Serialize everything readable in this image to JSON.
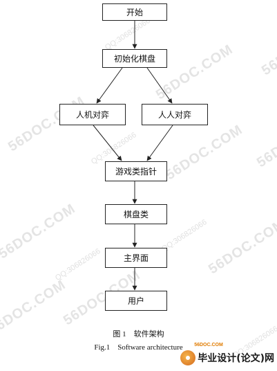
{
  "flowchart": {
    "nodes": {
      "start": "开始",
      "init": "初始化棋盘",
      "pve": "人机对弈",
      "pvp": "人人对弈",
      "pointer": "游戏类指针",
      "board": "棋盘类",
      "main": "主界面",
      "user": "用户"
    },
    "edges": [
      [
        "start",
        "init"
      ],
      [
        "init",
        "pve"
      ],
      [
        "init",
        "pvp"
      ],
      [
        "pve",
        "pointer"
      ],
      [
        "pvp",
        "pointer"
      ],
      [
        "pointer",
        "board"
      ],
      [
        "board",
        "main"
      ],
      [
        "main",
        "user"
      ]
    ]
  },
  "caption": {
    "zh_prefix": "图 1",
    "zh": "软件架构",
    "en": "Fig.1    Software architecture"
  },
  "watermarks": {
    "site": "56DOC.COM",
    "qq": "QQ:306826066"
  },
  "logo": {
    "small": "56DOC.COM",
    "text": "毕业设计(论文)网"
  },
  "colors": {
    "line": "#222222",
    "watermark": "#e4e4e4"
  }
}
